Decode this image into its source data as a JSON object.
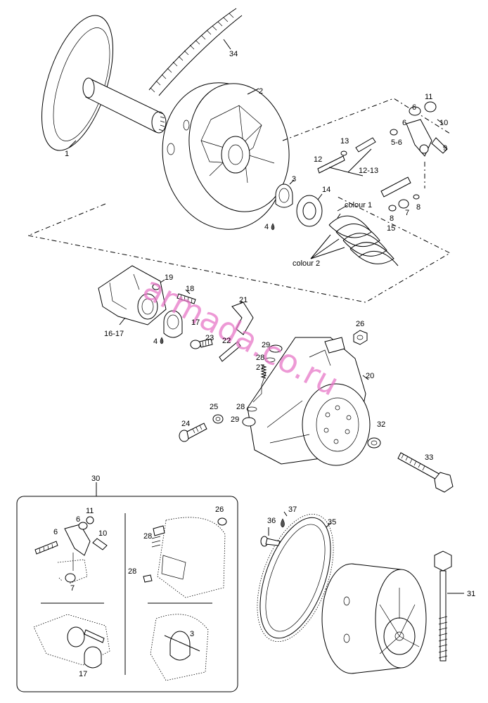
{
  "watermark": "armada.co.ru",
  "labels": {
    "p1": "1",
    "p2": "2",
    "p3": "3",
    "p4a": "4",
    "p4b": "4",
    "p5_6": "5-6",
    "p6a": "6",
    "p6b": "6",
    "p7": "7",
    "p8a": "8",
    "p8b": "8",
    "p9": "9",
    "p10": "10",
    "p11": "11",
    "p12": "12",
    "p13": "13",
    "p12_13": "12-13",
    "p14": "14",
    "p15": "15",
    "p16_17": "16-17",
    "p17": "17",
    "p18": "18",
    "p19": "19",
    "p20": "20",
    "p21": "21",
    "p22": "22",
    "p23": "23",
    "p24": "24",
    "p25": "25",
    "p26": "26",
    "p27": "27",
    "p28a": "28",
    "p28b": "28",
    "p29a": "29",
    "p29b": "29",
    "p30": "30",
    "p31": "31",
    "p32": "32",
    "p33": "33",
    "p34": "34",
    "p35": "35",
    "p36": "36",
    "p37": "37",
    "colour1": "colour 1",
    "colour2": "colour 2"
  },
  "inset_labels": {
    "i11": "11",
    "i6a": "6",
    "i6b": "6",
    "i10": "10",
    "i7": "7",
    "i26": "26",
    "i28a": "28",
    "i28b": "28",
    "i17": "17",
    "i3": "3"
  }
}
